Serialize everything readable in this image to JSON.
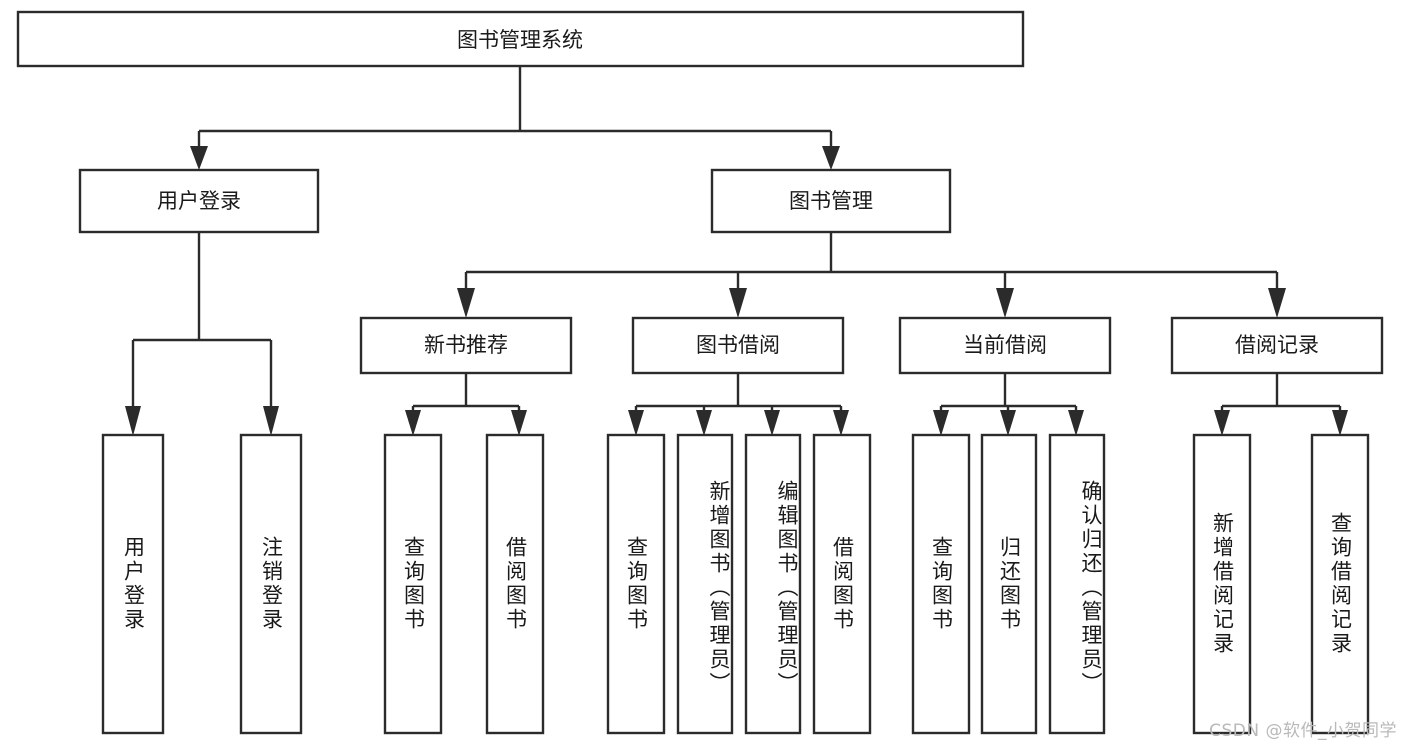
{
  "diagram": {
    "title": "图书管理系统",
    "type": "tree-hierarchy-diagram",
    "accent_color": "#2b2b2b",
    "background_color": "#ffffff",
    "root": {
      "id": "root",
      "label": "图书管理系统",
      "orientation": "horizontal"
    },
    "level2": [
      {
        "id": "user-login",
        "label": "用户登录",
        "orientation": "horizontal"
      },
      {
        "id": "book-management",
        "label": "图书管理",
        "orientation": "horizontal"
      }
    ],
    "level3": [
      {
        "id": "new-book-recommend",
        "label": "新书推荐",
        "orientation": "horizontal",
        "parent": "book-management"
      },
      {
        "id": "book-borrow",
        "label": "图书借阅",
        "orientation": "horizontal",
        "parent": "book-management"
      },
      {
        "id": "current-borrow",
        "label": "当前借阅",
        "orientation": "horizontal",
        "parent": "book-management"
      },
      {
        "id": "borrow-record",
        "label": "借阅记录",
        "orientation": "horizontal",
        "parent": "book-management"
      }
    ],
    "leaves": [
      {
        "id": "leaf-user-login",
        "label": "用户登录",
        "parent": "user-login",
        "orientation": "vertical",
        "align": "center"
      },
      {
        "id": "leaf-user-logout",
        "label": "注销登录",
        "parent": "user-login",
        "orientation": "vertical",
        "align": "center"
      },
      {
        "id": "leaf-query-book-1",
        "label": "查询图书",
        "parent": "new-book-recommend",
        "orientation": "vertical",
        "align": "center"
      },
      {
        "id": "leaf-borrow-book-1",
        "label": "借阅图书",
        "parent": "new-book-recommend",
        "orientation": "vertical",
        "align": "center"
      },
      {
        "id": "leaf-query-book-2",
        "label": "查询图书",
        "parent": "book-borrow",
        "orientation": "vertical",
        "align": "center"
      },
      {
        "id": "leaf-add-book",
        "label": "新增图书（管理员）",
        "parent": "book-borrow",
        "orientation": "vertical",
        "align": "top"
      },
      {
        "id": "leaf-edit-book",
        "label": "编辑图书（管理员）",
        "parent": "book-borrow",
        "orientation": "vertical",
        "align": "top"
      },
      {
        "id": "leaf-borrow-book-2",
        "label": "借阅图书",
        "parent": "book-borrow",
        "orientation": "vertical",
        "align": "center"
      },
      {
        "id": "leaf-query-book-3",
        "label": "查询图书",
        "parent": "current-borrow",
        "orientation": "vertical",
        "align": "center"
      },
      {
        "id": "leaf-return-book",
        "label": "归还图书",
        "parent": "current-borrow",
        "orientation": "vertical",
        "align": "center"
      },
      {
        "id": "leaf-confirm-return",
        "label": "确认归还（管理员）",
        "parent": "current-borrow",
        "orientation": "vertical",
        "align": "top"
      },
      {
        "id": "leaf-add-record",
        "label": "新增借阅记录",
        "parent": "borrow-record",
        "orientation": "vertical",
        "align": "center"
      },
      {
        "id": "leaf-query-record",
        "label": "查询借阅记录",
        "parent": "borrow-record",
        "orientation": "vertical",
        "align": "center"
      }
    ],
    "watermark": "CSDN @软件_小贺同学"
  }
}
